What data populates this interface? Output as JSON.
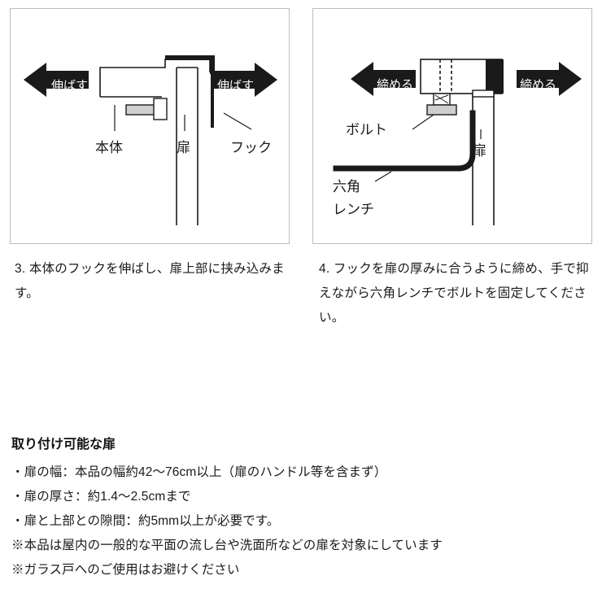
{
  "panels": [
    {
      "id": "step3",
      "labels": {
        "arrow_left": "伸ばす",
        "arrow_right": "伸ばす",
        "part_body": "本体",
        "part_door": "扉",
        "part_hook": "フック"
      },
      "caption": "3. 本体のフックを伸ばし、扉上部に挟み込みます。"
    },
    {
      "id": "step4",
      "labels": {
        "arrow_left": "締める",
        "arrow_right": "締める",
        "part_bolt": "ボルト",
        "part_door": "扉",
        "part_wrench_line1": "六角",
        "part_wrench_line2": "レンチ"
      },
      "caption": "4. フックを扉の厚みに合うように締め、手で抑えながら六角レンチでボルトを固定してください。"
    }
  ],
  "spec": {
    "title": "取り付け可能な扉",
    "lines": [
      "・扉の幅：本品の幅約42〜76cm以上（扉のハンドル等を含まず）",
      "・扉の厚さ：約1.4〜2.5cmまで",
      "・扉と上部との隙間：約5mm以上が必要です。",
      "※本品は屋内の一般的な平面の流し台や洗面所などの扉を対象にしています",
      "※ガラス戸へのご使用はお避けください"
    ]
  },
  "colors": {
    "line": "#1a1a1a",
    "panel_border": "#bdbdbd",
    "fill_gray": "#cfcfcf",
    "text": "#1a1a1a"
  }
}
